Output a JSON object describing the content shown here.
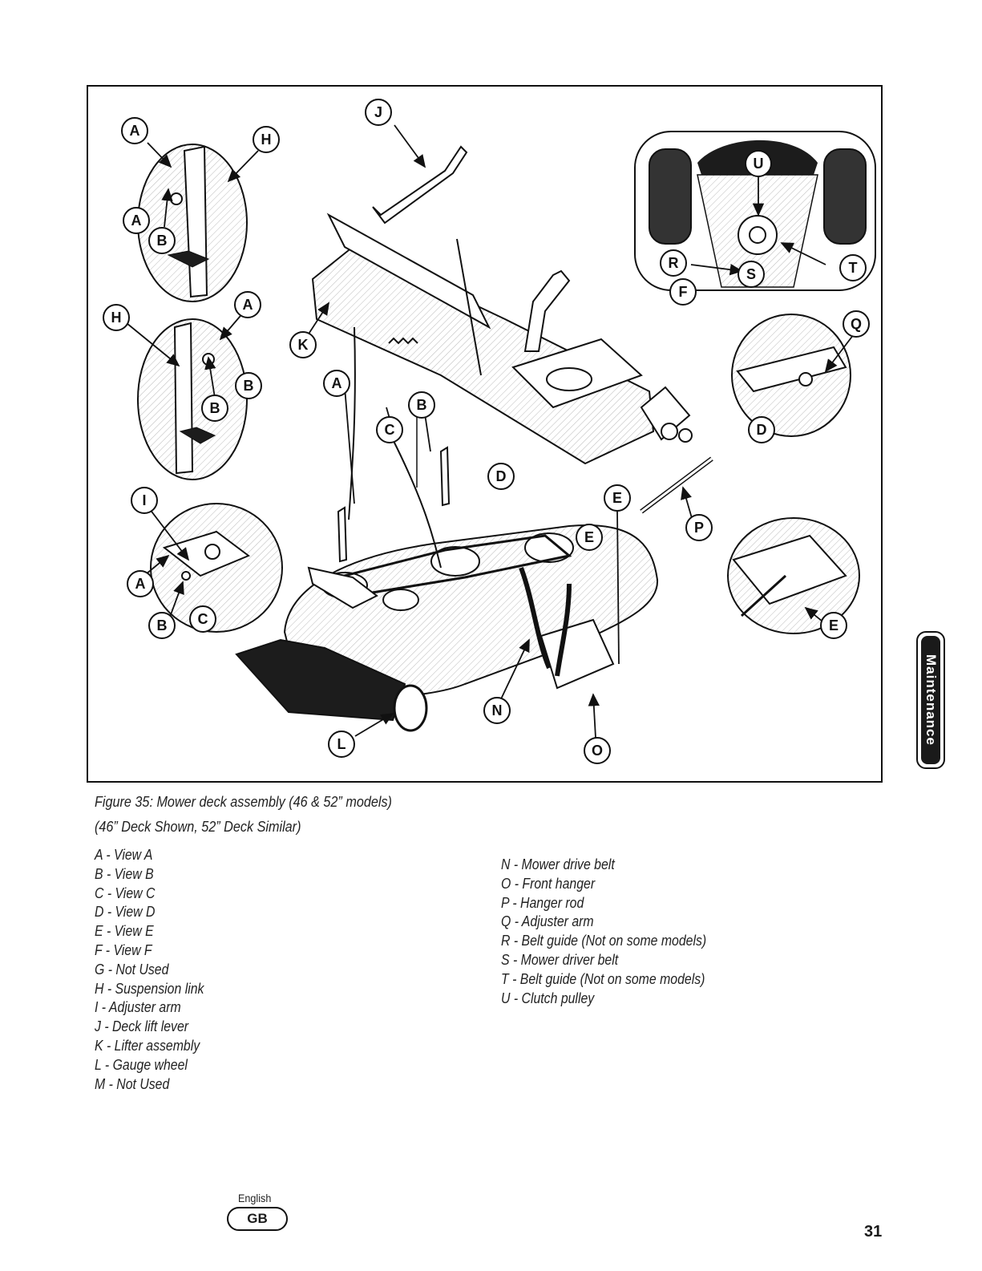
{
  "figure": {
    "caption": "Figure 35: Mower deck assembly (46 & 52” models)",
    "subcaption": "(46” Deck Shown, 52” Deck Similar)",
    "callout_labels": {
      "a": "A",
      "b": "B",
      "c": "C",
      "d": "D",
      "e": "E",
      "f": "F",
      "h": "H",
      "i": "I",
      "j": "J",
      "k": "K",
      "l": "L",
      "n": "N",
      "o": "O",
      "p": "P",
      "q": "Q",
      "r": "R",
      "s": "S",
      "t": "T",
      "u": "U"
    }
  },
  "legend_left": [
    "A - View A",
    "B - View B",
    "C - View C",
    "D - View D",
    "E - View E",
    "F - View F",
    "G - Not Used",
    "H - Suspension link",
    "I - Adjuster arm",
    "J - Deck lift lever",
    "K - Lifter assembly",
    "L - Gauge wheel",
    "M - Not Used"
  ],
  "legend_right": [
    "N - Mower drive belt",
    "O - Front hanger",
    "P - Hanger rod",
    "Q - Adjuster arm",
    "R - Belt guide (Not on some models)",
    "S - Mower driver belt",
    "T - Belt guide (Not on some models)",
    "U - Clutch pulley"
  ],
  "side_tab": "Maintenance",
  "footer": {
    "language": "English",
    "language_code": "GB",
    "page_number": "31"
  }
}
